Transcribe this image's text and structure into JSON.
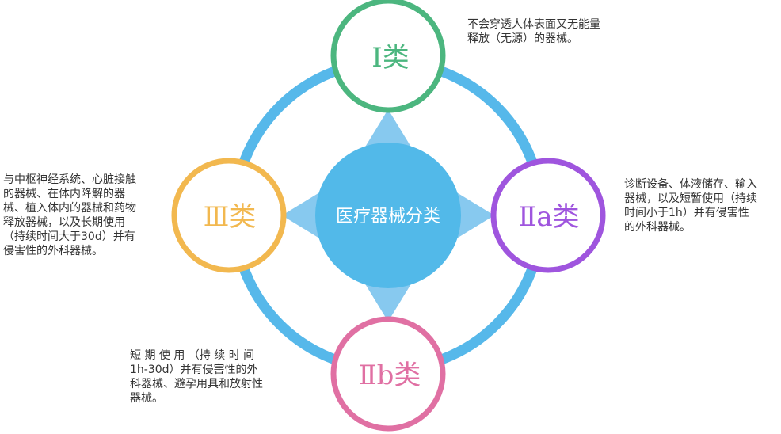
{
  "center": {
    "label": "医疗器械分类",
    "color": "#52b9e9"
  },
  "ring_color": "#56b8ea",
  "pointer_color": "#87c9ef",
  "classes": [
    {
      "id": "class-1",
      "label": "Ⅰ类",
      "color": "#4cb67f",
      "description_lines": [
        "不会穿透人体表面又无能量",
        "释放（无源）的器械。"
      ]
    },
    {
      "id": "class-2a",
      "label": "Ⅱa类",
      "color": "#9f55de",
      "description_lines": [
        "诊断设备、体液储存、输入",
        "器械，以及短暂使用（持续",
        "时间小于1h）并有侵害性",
        "的外科器械。"
      ]
    },
    {
      "id": "class-2b",
      "label": "Ⅱb类",
      "color": "#e070a3",
      "description_lines": [
        "短 期 使 用 （持 续 时 间",
        "1h-30d）并有侵害性的外",
        "科器械、避孕用具和放射性",
        "器械。"
      ]
    },
    {
      "id": "class-3",
      "label": "Ⅲ类",
      "color": "#f2b84f",
      "description_lines": [
        "与中枢神经系统、心脏接触",
        "的器械、在体内降解的器",
        "械、植入体内的器械和药物",
        "释放器械，以及长期使用",
        "（持续时间大于30d）并有",
        "侵害性的外科器械。"
      ]
    }
  ]
}
